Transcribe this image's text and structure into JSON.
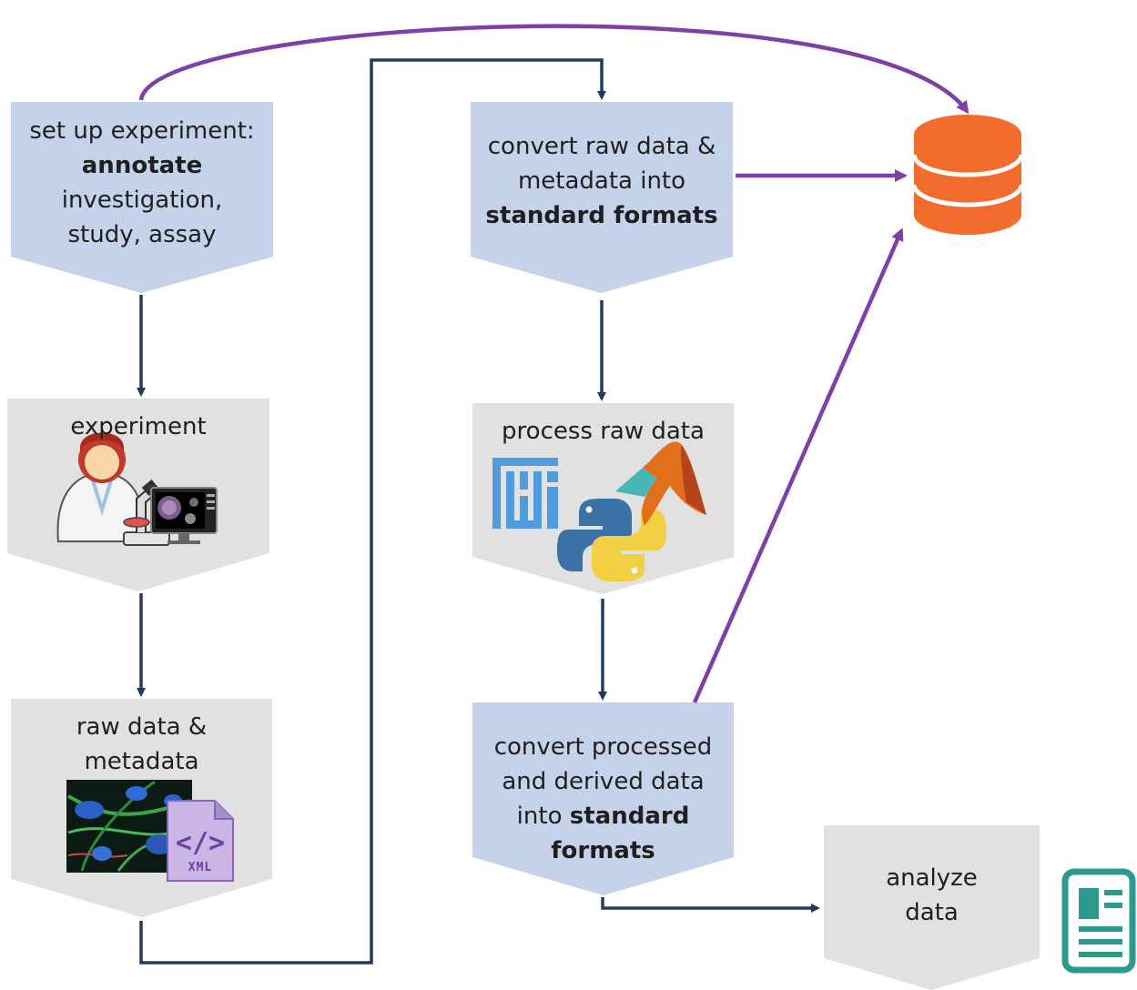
{
  "steps": {
    "setup": {
      "line1": "set up experiment:",
      "line2": "annotate",
      "line3": "investigation,",
      "line4": "study, assay"
    },
    "experiment": {
      "label": "experiment"
    },
    "raw_data": {
      "line1": "raw data &",
      "line2": "metadata",
      "xml_badge": "XML"
    },
    "convert_raw": {
      "line1": "convert raw data &",
      "line2": "metadata into",
      "line3": "standard formats"
    },
    "process": {
      "label": "process raw data"
    },
    "convert_processed": {
      "line1": "convert processed",
      "line2": "and derived data",
      "line3_plain": "into ",
      "line3_bold": "standard",
      "line4": "formats"
    },
    "analyze": {
      "line1": "analyze",
      "line2": "data"
    }
  },
  "colors": {
    "step_blue": "#c5d2e9",
    "step_gray": "#e1e1e1",
    "flow_arrow": "#233a5b",
    "publish_arrow": "#7e3fa9",
    "database": "#f26c2d",
    "document_icon": "#2c9b8d"
  },
  "icons": [
    "scientist-microscope-icon",
    "fluorescence-image-icon",
    "xml-file-icon",
    "fiji-logo-icon",
    "python-logo-icon",
    "matlab-logo-icon",
    "database-icon",
    "document-icon"
  ]
}
